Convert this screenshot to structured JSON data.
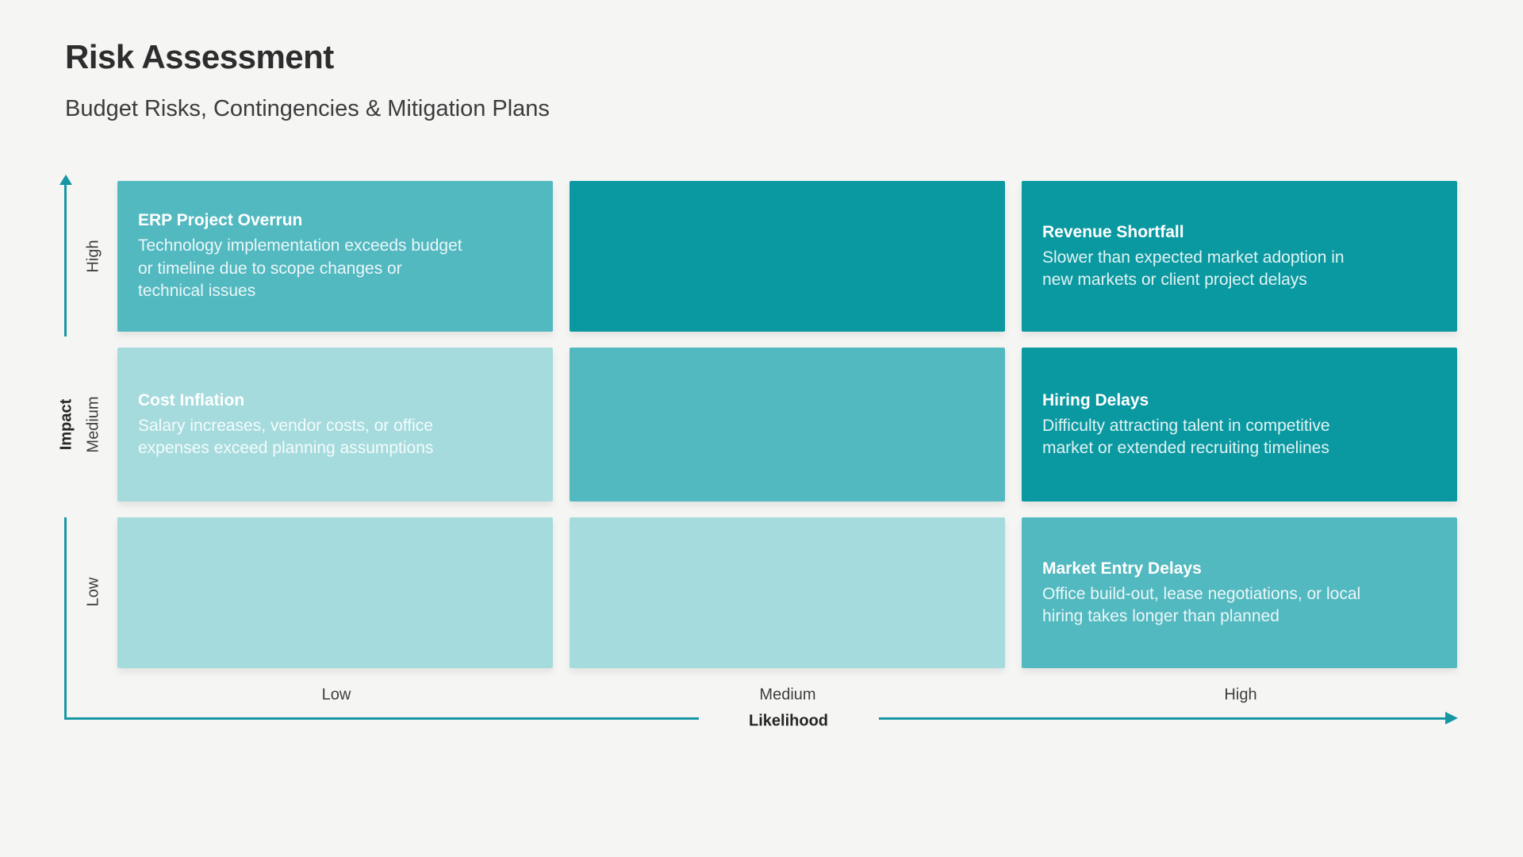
{
  "header": {
    "title": "Risk Assessment",
    "subtitle": "Budget Risks, Contingencies & Mitigation Plans"
  },
  "colors": {
    "background": "#f5f5f4",
    "axis": "#1797a3",
    "severity_high": "#0b99a1",
    "severity_medium": "#53b9c0",
    "severity_low": "#a6dbde",
    "cell_text": "#ffffff"
  },
  "y_axis": {
    "label": "Impact",
    "ticks": [
      "High",
      "Medium",
      "Low"
    ]
  },
  "x_axis": {
    "label": "Likelihood",
    "ticks": [
      "Low",
      "Medium",
      "High"
    ]
  },
  "matrix": {
    "rows": [
      {
        "impact": "High",
        "cells": [
          {
            "severity": "medium",
            "title": "ERP Project Overrun",
            "description": "Technology implementation exceeds budget\nor timeline due to scope changes or\ntechnical issues"
          },
          {
            "severity": "high",
            "title": "",
            "description": ""
          },
          {
            "severity": "high",
            "title": "Revenue Shortfall",
            "description": "Slower than expected market adoption in\nnew markets or client project delays"
          }
        ]
      },
      {
        "impact": "Medium",
        "cells": [
          {
            "severity": "low",
            "title": "Cost Inflation",
            "description": "Salary increases, vendor costs, or office\nexpenses exceed planning assumptions"
          },
          {
            "severity": "medium",
            "title": "",
            "description": ""
          },
          {
            "severity": "high",
            "title": "Hiring Delays",
            "description": "Difficulty attracting talent in competitive\nmarket or extended recruiting timelines"
          }
        ]
      },
      {
        "impact": "Low",
        "cells": [
          {
            "severity": "low",
            "title": "",
            "description": ""
          },
          {
            "severity": "low",
            "title": "",
            "description": ""
          },
          {
            "severity": "medium",
            "title": "Market Entry Delays",
            "description": "Office build-out, lease negotiations, or local\nhiring takes longer than planned"
          }
        ]
      }
    ]
  }
}
